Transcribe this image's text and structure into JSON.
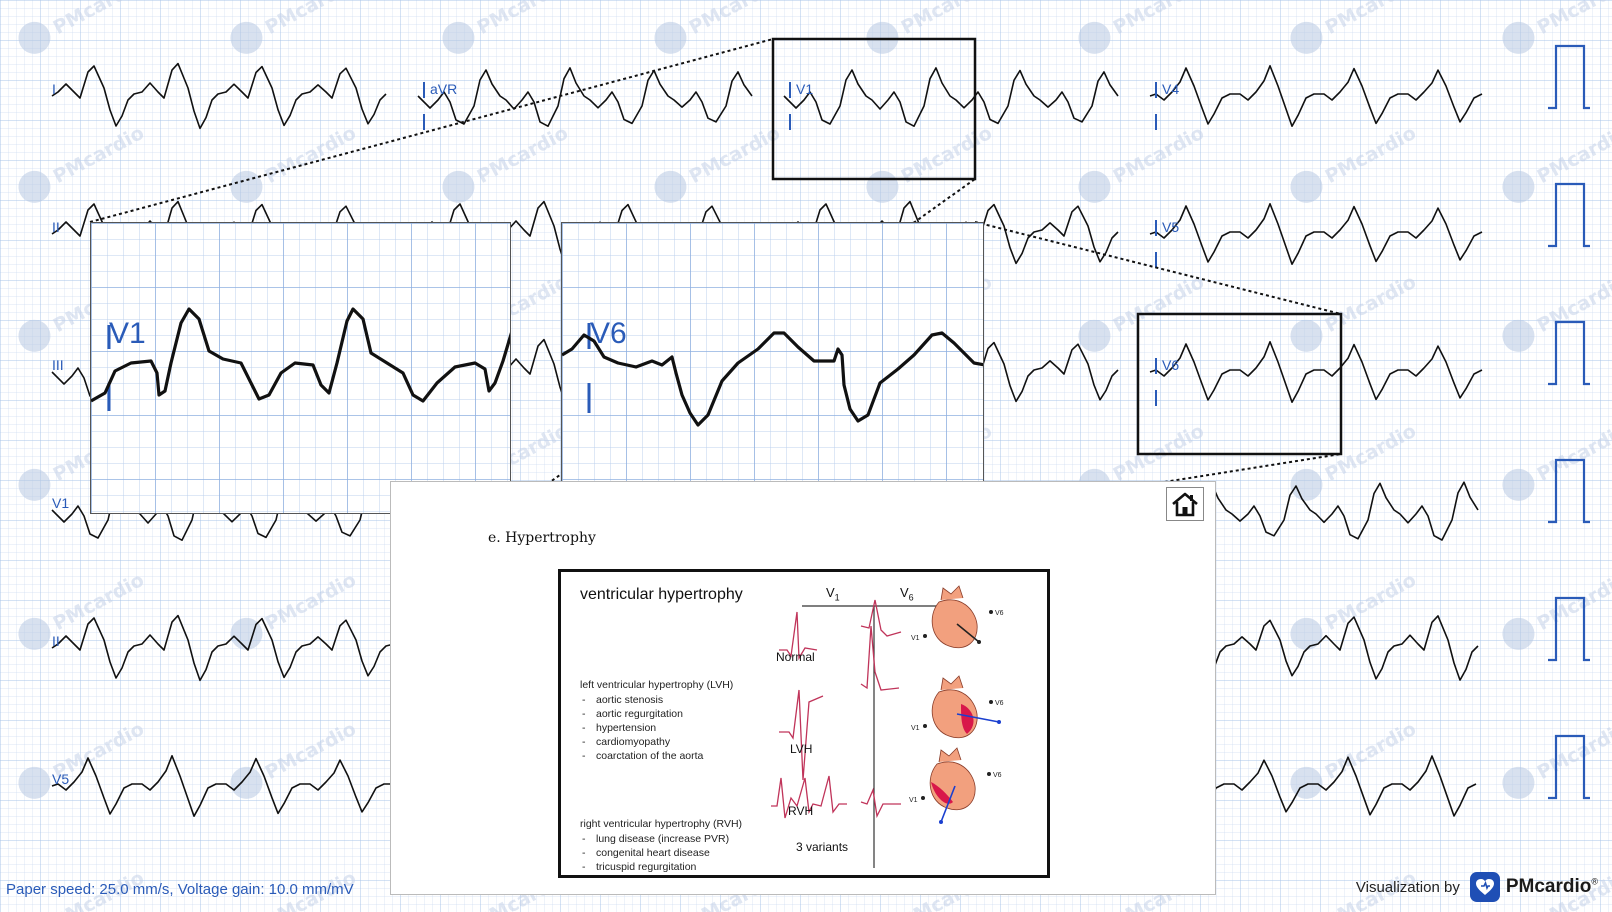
{
  "ecg": {
    "leads": [
      {
        "row": 0,
        "col": 0,
        "label": "I"
      },
      {
        "row": 0,
        "col": 1,
        "label": "aVR"
      },
      {
        "row": 0,
        "col": 2,
        "label": "V1"
      },
      {
        "row": 0,
        "col": 3,
        "label": "V4"
      },
      {
        "row": 1,
        "col": 0,
        "label": "II"
      },
      {
        "row": 1,
        "col": 3,
        "label": "V5"
      },
      {
        "row": 2,
        "col": 0,
        "label": "III"
      },
      {
        "row": 2,
        "col": 3,
        "label": "V6"
      },
      {
        "row": 3,
        "col": 0,
        "label": "V1"
      },
      {
        "row": 4,
        "col": 0,
        "label": "II"
      },
      {
        "row": 5,
        "col": 0,
        "label": "V5"
      }
    ],
    "watermark_text": "PMcardio",
    "grid_color": "#a9c4e8",
    "trace_color": "#111111",
    "label_color": "#2a5bb8"
  },
  "zoom_views": [
    {
      "label": "V1"
    },
    {
      "label": "V6"
    }
  ],
  "footer": {
    "settings": "Paper speed: 25.0 mm/s, Voltage gain: 10.0 mm/mV",
    "visualization_by": "Visualization by",
    "brand": "PMcardio",
    "brand_mark": "®"
  },
  "panel": {
    "title": "e.  Hypertrophy",
    "home_icon": "home-icon",
    "reference": {
      "heading": "ventricular hypertrophy",
      "col_v1": "V1",
      "col_v6": "V6",
      "rows": [
        "Normal",
        "LVH",
        "RVH"
      ],
      "rvh_note": "3 variants",
      "heart_v1": "V1",
      "heart_v6": "V6",
      "lvh": {
        "head": "left ventricular hypertrophy (LVH)",
        "items": [
          "aortic stenosis",
          "aortic regurgitation",
          "hypertension",
          "cardiomyopathy",
          "coarctation of the aorta"
        ]
      },
      "rvh": {
        "head": "right ventricular hypertrophy (RVH)",
        "items": [
          "lung disease (increase PVR)",
          "congenital heart disease",
          "tricuspid regurgitation"
        ]
      },
      "wave_color": "#c0345a",
      "heart_color": "#f2a07e",
      "hypertrophy_color": "#d8174a",
      "axis_arrow_color": "#1a3fcf"
    }
  }
}
